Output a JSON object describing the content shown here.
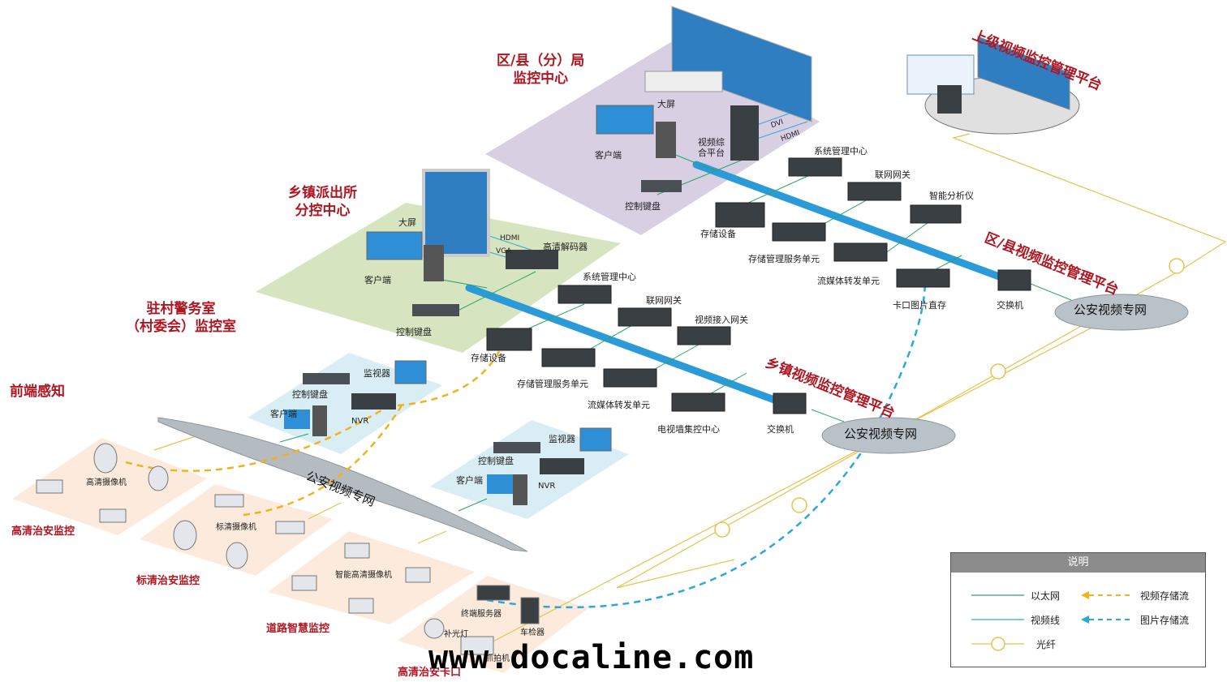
{
  "colors": {
    "title_red": "#b01621",
    "ethernet": "#2aa36b",
    "video_line": "#33a9dd",
    "fiber": "#e8c24a",
    "video_storage_flow": "#f2b21b",
    "image_storage_flow": "#2aa8d8",
    "district_zone": "#d8cfe3",
    "township_zone": "#d6e4bf",
    "village_zone": "#d9eef4",
    "frontend_zone": "#fcebdc",
    "network_cloud": "#b9c2c8"
  },
  "titles": {
    "superior": "上级视频监控管理平台",
    "district_center": "区/县（分）局\n监控中心",
    "township_center": "乡镇派出所\n分控中心",
    "village_room": "驻村警务室\n（村委会）监控室",
    "frontend": "前端感知",
    "district_platform": "区/县视频监控管理平台",
    "township_platform": "乡镇视频监控管理平台"
  },
  "district": {
    "big_screen": "大屏",
    "client": "客户端",
    "platform": "视频综\n合平台",
    "keyboard": "控制键盘",
    "dvi": "DVI",
    "hdmi": "HDMI",
    "devices": [
      "系统管理中心",
      "联网网关",
      "智能分析仪",
      "存储设备",
      "存储管理服务单元",
      "流媒体转发单元",
      "卡口图片直存",
      "交换机"
    ]
  },
  "township": {
    "big_screen": "大屏",
    "client": "客户端",
    "keyboard": "控制键盘",
    "decoder": "高清解码器",
    "hdmi": "HDMI",
    "vga": "VGA",
    "devices": [
      "系统管理中心",
      "联网网关",
      "视频接入网关",
      "存储设备",
      "存储管理服务单元",
      "流媒体转发单元",
      "电视墙集控中心",
      "交换机"
    ]
  },
  "village": [
    {
      "monitor": "监视器",
      "keyboard": "控制键盘",
      "client": "客户端",
      "nvr": "NVR"
    },
    {
      "monitor": "监视器",
      "keyboard": "控制键盘",
      "client": "客户端",
      "nvr": "NVR"
    }
  ],
  "networks": {
    "cloud_district": "公安视频专网",
    "cloud_township": "公安视频专网",
    "village_band": "公安视频专网"
  },
  "frontend": {
    "hd_security": {
      "title": "高清治安监控",
      "camera": "高清摄像机"
    },
    "sd_security": {
      "title": "标清治安监控",
      "camera": "标清摄像机"
    },
    "road_smart": {
      "title": "道路智慧监控",
      "camera": "智能高清摄像机"
    },
    "checkpoint": {
      "title": "高清治安卡口",
      "server": "终端服务器",
      "detector": "车检器",
      "light": "补光灯",
      "capture": "抓拍机"
    }
  },
  "legend": {
    "title": "说明",
    "items": [
      {
        "label": "以太网",
        "type": "ethernet"
      },
      {
        "label": "视频线",
        "type": "video_line"
      },
      {
        "label": "光纤",
        "type": "fiber"
      },
      {
        "label": "视频存储流",
        "type": "video_storage_flow"
      },
      {
        "label": "图片存储流",
        "type": "image_storage_flow"
      }
    ]
  },
  "watermark": "www.docaline.com"
}
